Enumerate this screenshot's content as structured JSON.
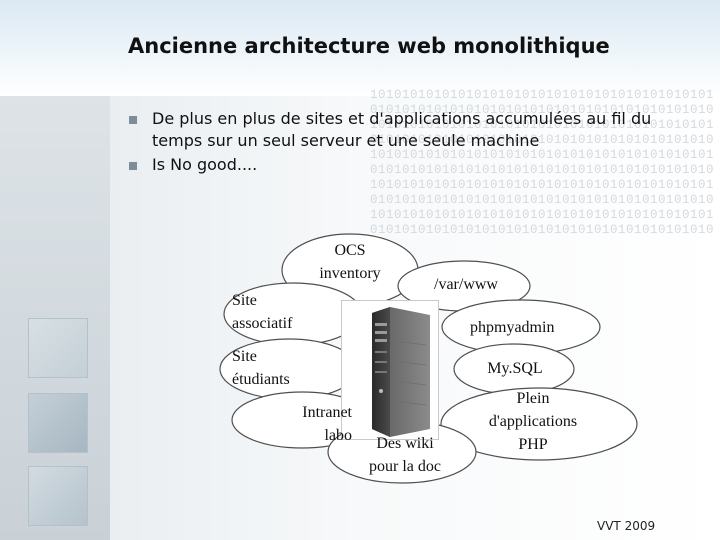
{
  "slide": {
    "title": "Ancienne architecture web monolithique",
    "bullets": [
      "De plus en plus de sites et d'applications accumulées au fil du temps sur un seul serveur et une seule machine",
      "Is No good...."
    ],
    "footer": "VVT 2009"
  },
  "diagram": {
    "bubbles": [
      {
        "lines": [
          "OCS",
          "inventory"
        ]
      },
      {
        "lines": [
          "/var/www"
        ]
      },
      {
        "lines": [
          "Site",
          "associatif"
        ]
      },
      {
        "lines": [
          "phpmyadmin"
        ]
      },
      {
        "lines": [
          "Site",
          "étudiants"
        ]
      },
      {
        "lines": [
          "My.SQL"
        ]
      },
      {
        "lines": [
          "Intranet",
          "labo"
        ]
      },
      {
        "lines": [
          "Plein",
          "d'applications",
          "PHP"
        ]
      },
      {
        "lines": [
          "Des wiki",
          "pour la doc"
        ]
      }
    ],
    "center_icon": "server-tower-icon"
  },
  "colors": {
    "bubble_fill": "#ffffff",
    "bubble_stroke": "#4f4f4f",
    "bullet_marker": "#7d8c97",
    "header_band": "#dbe9f3"
  }
}
